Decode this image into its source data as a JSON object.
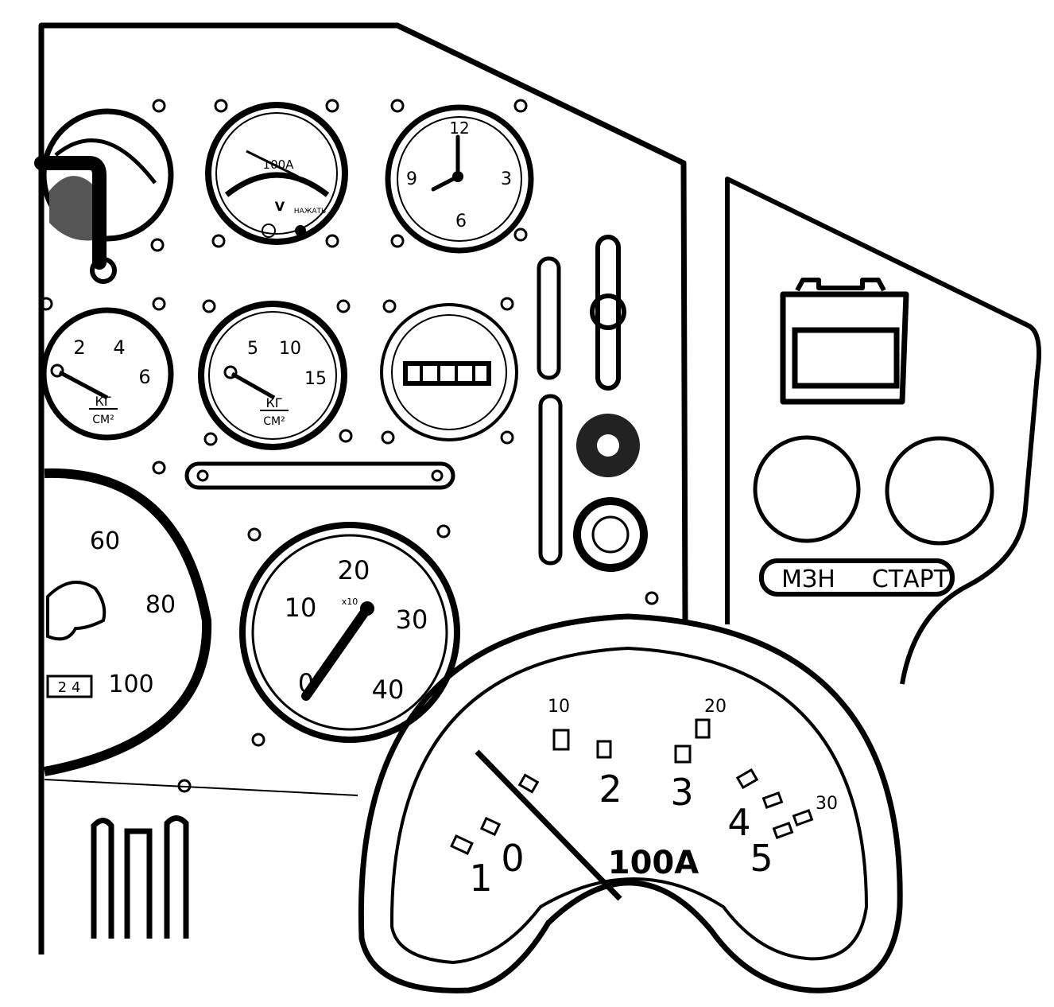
{
  "voltmeter": {
    "label": "100A",
    "unit": "V",
    "button_label": "НАЖАТЬ"
  },
  "clock": {
    "numerals": [
      "12",
      "3",
      "6",
      "9"
    ]
  },
  "pressure_gauge_left": {
    "numerals": [
      "2",
      "4",
      "6"
    ],
    "unit_top": "КГ",
    "unit_bottom": "СМ²"
  },
  "pressure_gauge_middle": {
    "numerals": [
      "5",
      "10",
      "15"
    ],
    "unit_top": "КГ",
    "unit_bottom": "СМ²"
  },
  "speedometer": {
    "numerals": [
      "60",
      "80",
      "100"
    ],
    "odometer": "2 4"
  },
  "tachometer": {
    "numerals": [
      "0",
      "10",
      "20",
      "30",
      "40"
    ],
    "multiplier": "x10"
  },
  "ammeter_large": {
    "outer_numerals": [
      "10",
      "20",
      "30"
    ],
    "inner_numerals": [
      "0",
      "1",
      "2",
      "3",
      "4",
      "5"
    ],
    "label": "100A"
  },
  "side_panel": {
    "magneto_label": "МЗН",
    "starter_label": "СТАРТ"
  }
}
